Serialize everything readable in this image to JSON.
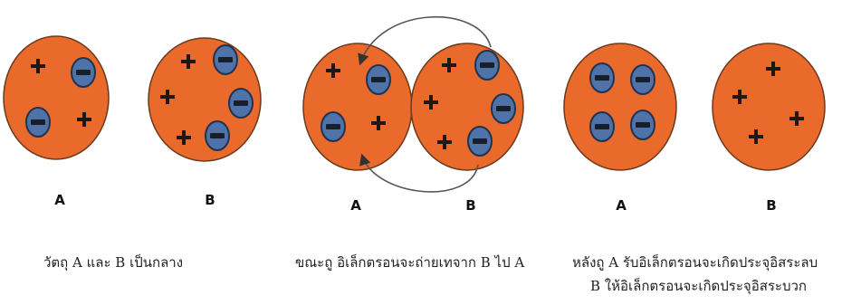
{
  "labels": {
    "a": "A",
    "b": "B"
  },
  "captions": {
    "neutral": "วัตถุ A และ B เป็นกลาง",
    "transfer": "ขณะถู อิเล็กตรอนจะถ่ายเทจาก B ไป A",
    "after_line1": "หลังถู A รับอิเล็กตรอนจะเกิดประจุอิสระลบ",
    "after_line2": "B ให้อิเล็กตรอนจะเกิดประจุอิสระบวก"
  },
  "charges": {
    "stage1_a": {
      "electrons": 2,
      "protons": 2
    },
    "stage1_b": {
      "electrons": 3,
      "protons": 3
    },
    "stage2_a": {
      "electrons": 2,
      "protons": 2
    },
    "stage2_b": {
      "electrons": 3,
      "protons": 3
    },
    "stage3_a": {
      "electrons": 4,
      "protons": 0
    },
    "stage3_b": {
      "electrons": 0,
      "protons": 4
    }
  },
  "colors": {
    "object_fill": "#ea6a2c",
    "electron_fill": "#4f73a8",
    "charge_mark": "#17202a",
    "arrow": "#555555"
  }
}
